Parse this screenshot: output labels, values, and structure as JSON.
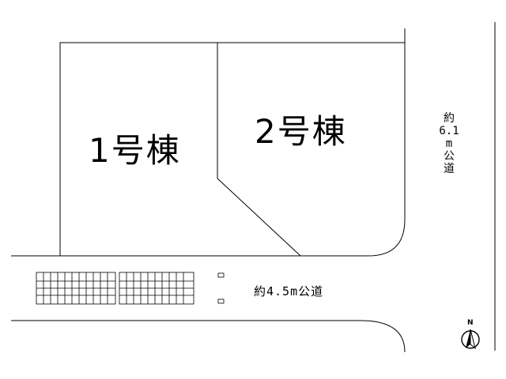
{
  "lots": {
    "lot1": {
      "label": "1号棟"
    },
    "lot2": {
      "label": "2号棟"
    }
  },
  "roads": {
    "front": {
      "label": "約4.5m公道"
    },
    "side": {
      "chars": [
        "約",
        "6.1",
        "m",
        "公",
        "道"
      ]
    }
  },
  "compass": {
    "letter": "N",
    "icon": "north-arrow-icon"
  },
  "colors": {
    "line": "#000000",
    "background": "#ffffff"
  }
}
